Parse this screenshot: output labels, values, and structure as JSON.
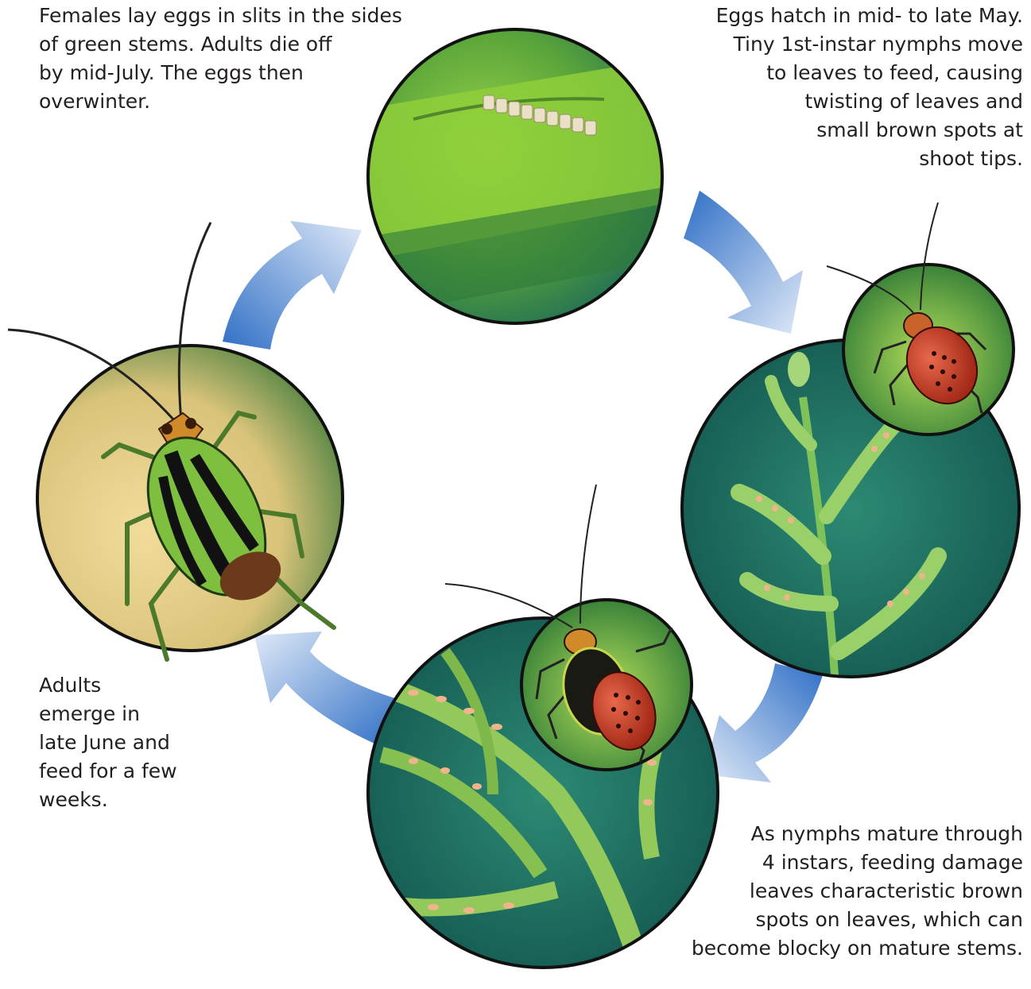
{
  "captions": {
    "eggs": {
      "lines": [
        "Females lay eggs in slits in the sides",
        "of green stems. Adults die off",
        "by mid-July. The eggs then",
        "overwinter."
      ]
    },
    "hatch": {
      "lines": [
        "Eggs hatch in mid- to late May.",
        "Tiny 1st-instar nymphs move",
        "to leaves to feed, causing",
        "twisting of leaves and",
        "small brown spots at",
        "shoot tips."
      ]
    },
    "nymphs": {
      "lines": [
        "As nymphs mature through",
        "4 instars, feeding damage",
        "leaves characteristic brown",
        "spots on leaves, which can",
        "become blocky on mature stems."
      ]
    },
    "adults": {
      "lines": [
        "Adults",
        "emerge in",
        "late June and",
        "feed for a few",
        "weeks."
      ]
    }
  },
  "colors": {
    "arrow": "#3f7fd0",
    "leaf": "#7fbf3f",
    "teal": "#1e6e62",
    "bug_red": "#c43a22",
    "sand": "#e8cf8a"
  }
}
